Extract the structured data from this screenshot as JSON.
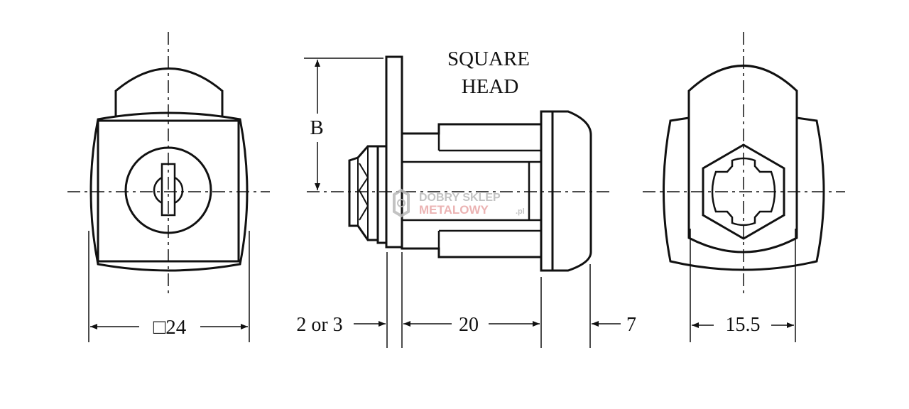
{
  "labels": {
    "square_head_line1": "SQUARE",
    "square_head_line2": "HEAD",
    "dim_b": "B",
    "dim_square": "□24",
    "dim_washer": "2 or 3",
    "dim_body": "20",
    "dim_head": "7",
    "dim_cam": "15.5"
  },
  "watermark": {
    "line1": "DOBRY SKLEP",
    "line2": "METALOWY",
    "suffix": ".pl"
  },
  "colors": {
    "line": "#111111",
    "watermark_gray": "#b9b9b9",
    "watermark_red": "#e8a6a6"
  }
}
